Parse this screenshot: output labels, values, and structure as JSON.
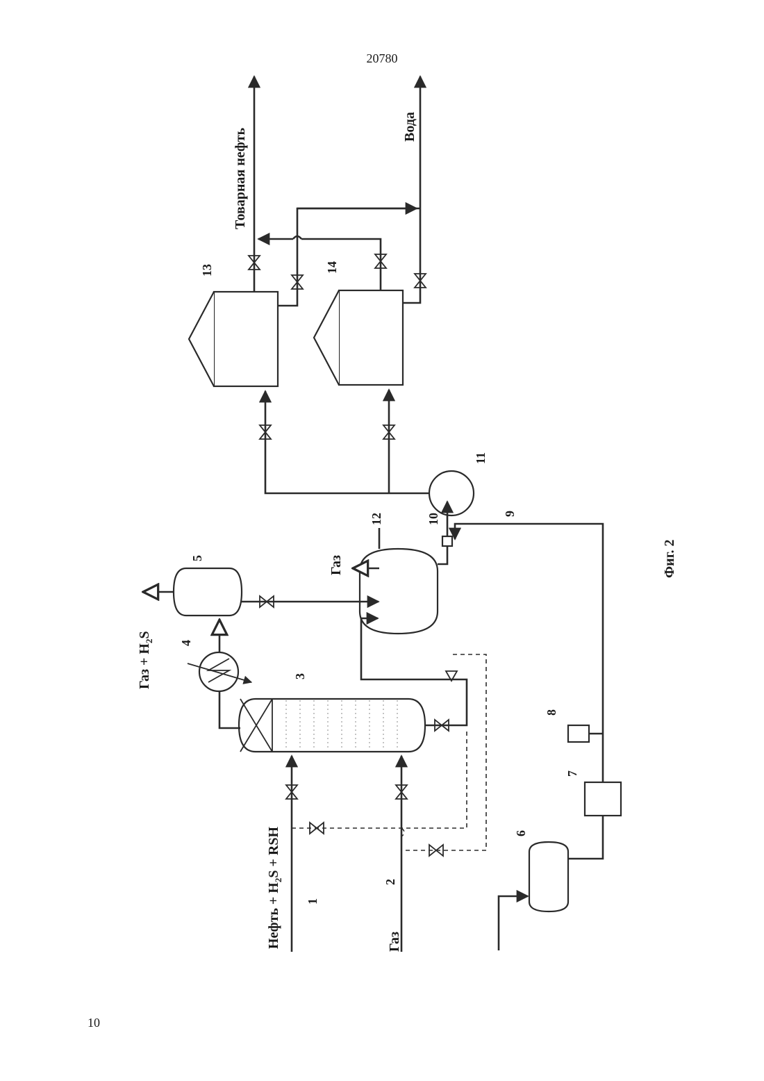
{
  "page": {
    "number_top": "20780",
    "number_bottom": "10"
  },
  "figure": {
    "caption": "Фиг. 2"
  },
  "labels": {
    "feed_oil": "Нефть + H",
    "feed_oil_sub": "2",
    "feed_oil_rest": "S + RSH",
    "gas_in": "Газ",
    "gas_h2s": "Газ + H",
    "gas_h2s_sub": "2",
    "gas_h2s_rest": "S",
    "gas_out": "Газ",
    "product_oil": "Товарная нефть",
    "water": "Вода"
  },
  "numbers": [
    "1",
    "2",
    "3",
    "4",
    "5",
    "6",
    "7",
    "8",
    "9",
    "10",
    "11",
    "12",
    "13",
    "14"
  ]
}
